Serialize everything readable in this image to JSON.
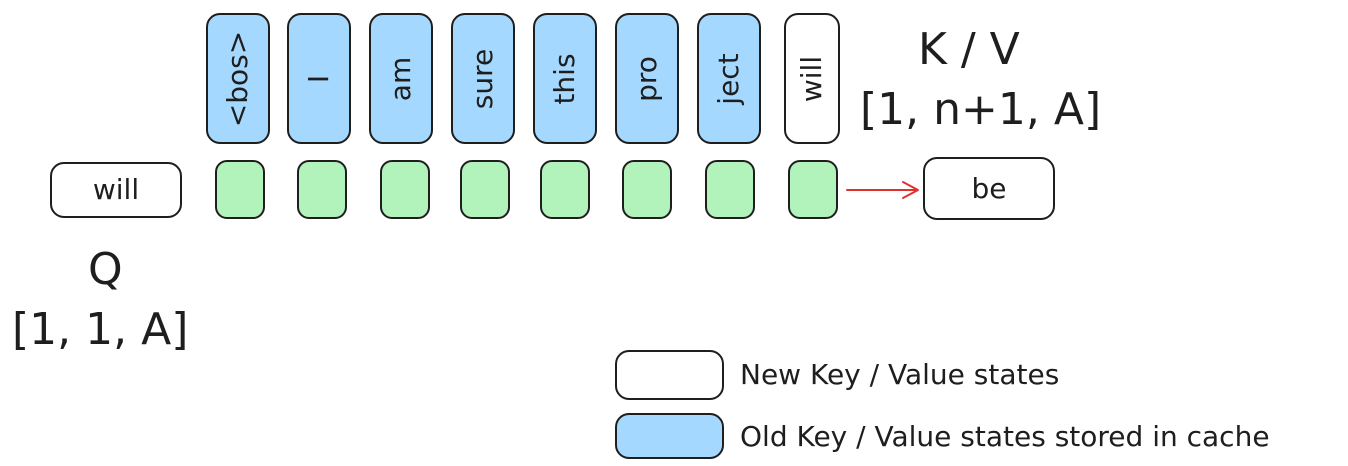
{
  "kv_tokens": [
    {
      "text": "<bos>",
      "state": "old"
    },
    {
      "text": "I",
      "state": "old"
    },
    {
      "text": "am",
      "state": "old"
    },
    {
      "text": "sure",
      "state": "old"
    },
    {
      "text": "this",
      "state": "old"
    },
    {
      "text": "pro",
      "state": "old"
    },
    {
      "text": "ject",
      "state": "old"
    },
    {
      "text": "will",
      "state": "new"
    }
  ],
  "query_token": "will",
  "output_token": "be",
  "kv_label": {
    "name": "K / V",
    "shape": "[1, n+1, A]"
  },
  "q_label": {
    "name": "Q",
    "shape": "[1, 1, A]"
  },
  "legend": {
    "new_text": "New Key / Value states",
    "old_text": "Old Key / Value states stored in cache"
  },
  "colors": {
    "old_fill": "#a5d8ff",
    "new_fill": "#ffffff",
    "attention_fill": "#b2f2bb",
    "arrow": "#e03131",
    "stroke": "#1e1e1e"
  }
}
